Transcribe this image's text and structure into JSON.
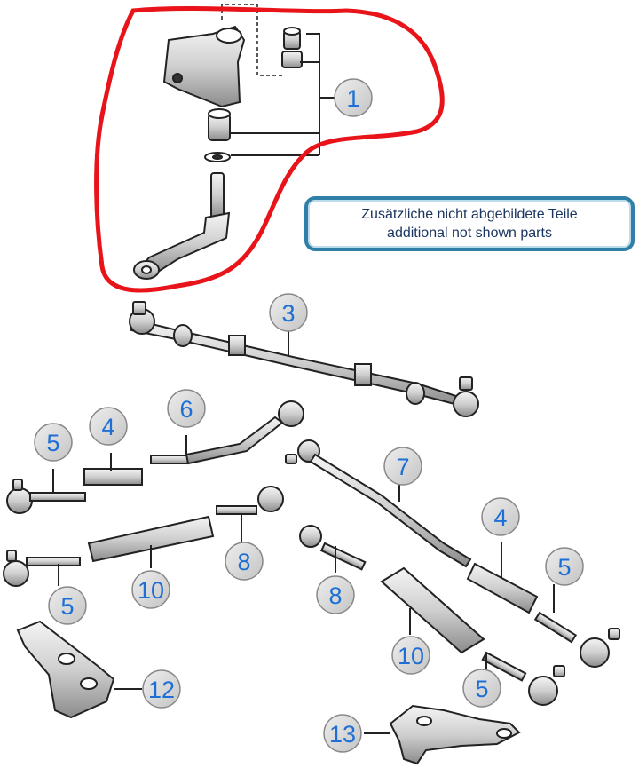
{
  "note": {
    "line1": "Zusätzliche nicht abgebildete Teile",
    "line2": "additional not shown parts"
  },
  "callouts": {
    "c1": "1",
    "c3": "3",
    "c4a": "4",
    "c4b": "4",
    "c5a": "5",
    "c5b": "5",
    "c5c": "5",
    "c5d": "5",
    "c6": "6",
    "c7": "7",
    "c8a": "8",
    "c8b": "8",
    "c10a": "10",
    "c10b": "10",
    "c12": "12",
    "c13": "13"
  },
  "colors": {
    "highlight": "#e8141a",
    "callout_fill": "#d8d8d8",
    "callout_text": "#1d6fd6",
    "note_border": "#2f7fa6"
  }
}
